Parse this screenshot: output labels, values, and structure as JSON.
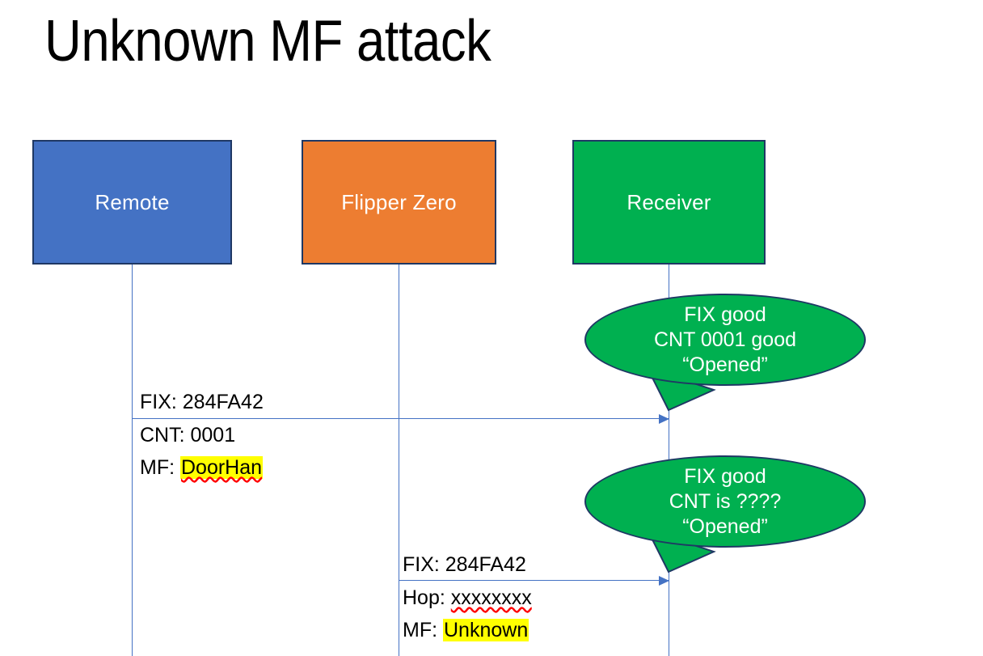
{
  "slide": {
    "title": "Unknown MF attack",
    "background": "#FFFFFF"
  },
  "colors": {
    "remote_fill": "#4472C4",
    "flipper_fill": "#ED7D31",
    "receiver_fill": "#00B050",
    "box_border": "#1F3864",
    "lifeline": "#4472C4",
    "highlight": "#FFFF00",
    "spellcheck_underline": "#FF0000",
    "label_text": "#000000",
    "box_text": "#FFFFFF"
  },
  "actors": [
    {
      "id": "remote",
      "label": "Remote"
    },
    {
      "id": "flipper",
      "label": "Flipper Zero"
    },
    {
      "id": "receiver",
      "label": "Receiver"
    }
  ],
  "messages": [
    {
      "id": "msg1",
      "from": "remote",
      "to": "receiver",
      "above_line": "FIX: 284FA42",
      "below_line_1_label": "CNT: ",
      "below_line_1_value": "0001",
      "below_line_2_label": "MF: ",
      "below_line_2_value": "DoorHan",
      "below_line_2_highlighted": true
    },
    {
      "id": "msg2",
      "from": "flipper",
      "to": "receiver",
      "above_line": "FIX: 284FA42",
      "below_line_1_label": "Hop: ",
      "below_line_1_value": "xxxxxxxx",
      "below_line_2_label": "MF: ",
      "below_line_2_value": "Unknown",
      "below_line_2_highlighted": true
    }
  ],
  "callouts": [
    {
      "id": "callout1",
      "line1": "FIX good",
      "line2": "CNT 0001 good",
      "line3": "“Opened”"
    },
    {
      "id": "callout2",
      "line1": "FIX good",
      "line2": "CNT is ????",
      "line3": "“Opened”"
    }
  ]
}
